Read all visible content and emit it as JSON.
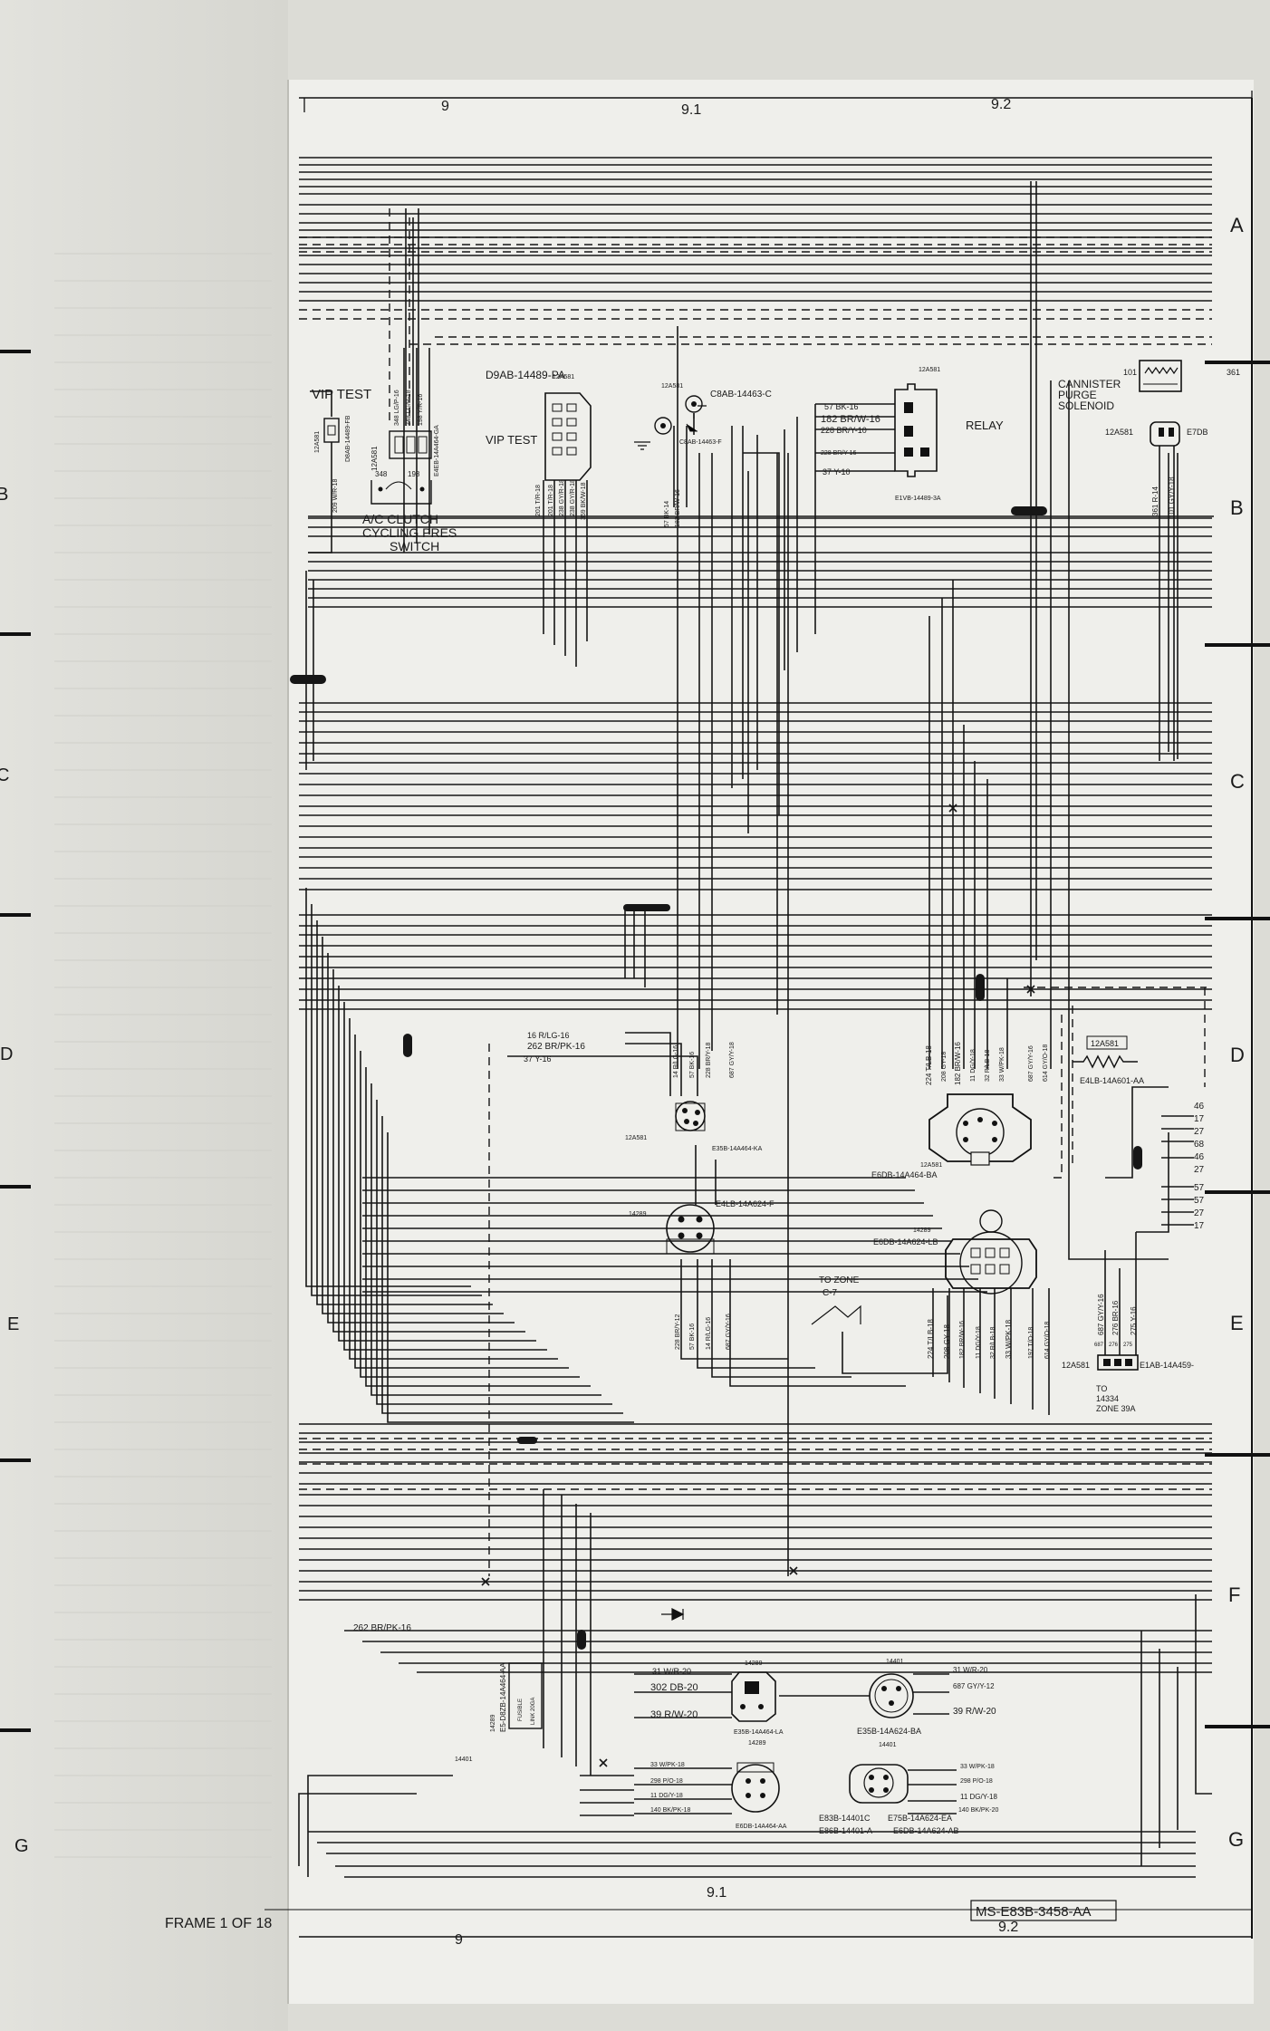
{
  "frame_label": "FRAME 1 OF 18",
  "drawing_number": "MS-E83B-3458-AA",
  "column_labels": {
    "top": [
      "9",
      "9.1",
      "9.2"
    ],
    "bottom": [
      "9",
      "9.1",
      "9.2"
    ]
  },
  "row_labels": {
    "right": [
      "A",
      "B",
      "C",
      "D",
      "E",
      "F",
      "G"
    ],
    "left": [
      "B",
      "C",
      "D",
      "E",
      "G"
    ]
  },
  "components": {
    "vip_test_left": {
      "title": "VIP TEST",
      "part": "D8AB-14489-FB",
      "connector": "12A581",
      "wire": "209 W/R-18"
    },
    "ac_clutch": {
      "title_lines": [
        "A/C CLUTCH",
        "CYCLING PRES",
        "SWITCH"
      ],
      "connector": "12A581",
      "part": "E4EB-14A464-GA",
      "wires": [
        "348 LG/P-16",
        "348 LG/P-18",
        "198 Y/R-16"
      ],
      "pins": [
        "348",
        "198"
      ]
    },
    "vip_test_mid": {
      "title": "VIP TEST",
      "part": "D9AB-14489-PA",
      "connector": "12A581",
      "wires": [
        "201 T/R-18",
        "201 T/R-18",
        "238 GY/R-18",
        "238 GY/R-18",
        "359 BK/W-18"
      ]
    },
    "ground": {
      "connector": "12A581",
      "part_top": "C8AB-14463-C",
      "part_bottom": "C8AB-14463-F",
      "wires": [
        "57 BK-14",
        "182 BR/W-16"
      ]
    },
    "relay": {
      "title": "RELAY",
      "connector": "12A581",
      "part": "E1VB-14489-3A",
      "wires": [
        "57 BK-16",
        "182 BR/W-16",
        "228 BR/Y-10",
        "228 BR/Y-16",
        "37 Y-10"
      ]
    },
    "canister": {
      "title_lines": [
        "CANNISTER",
        "PURGE",
        "SOLENOID"
      ],
      "connector": "12A581",
      "pin_left": "101",
      "pin_right": "361",
      "part": "E7DB",
      "wires": [
        "361 R-14",
        "101 GY/Y-18"
      ]
    },
    "ec_left": {
      "connector": "12A581",
      "part": "E35B-14A464-KA",
      "wires_in": [
        "16 R/LG-16",
        "262 BR/PK-16",
        "37 Y-16"
      ],
      "wires_down": [
        "14 R/LG-16",
        "57 BK-16",
        "228 BR/Y-18",
        "687 GY/Y-18"
      ]
    },
    "ec_left_lower": {
      "connector": "14289",
      "part": "E4LB-14A624-F",
      "wires": [
        "228 BR/Y-12",
        "57 BK-16",
        "14 R/LG-16",
        "687 GY/Y-16"
      ]
    },
    "ec_right_upper": {
      "connector": "12A581",
      "part": "E6DB-14A464-BA",
      "wires": [
        "224 T/LB-18",
        "208 GY-18",
        "182 BR/W-16",
        "11 DG/Y-18",
        "32 R/LB-18",
        "33 W/PK-18",
        "687 GY/Y-16",
        "614 GY/O-18"
      ]
    },
    "ec_right_lower": {
      "connector": "14289",
      "part": "E6DB-14A624-LB",
      "wires": [
        "224 T/LB-18",
        "208 GY-18",
        "182 BR/W-16",
        "11 DG/Y-18",
        "32 R/LB-18",
        "33 W/PK-18",
        "197 T/O-18",
        "614 GY/O-18"
      ]
    },
    "resistor": {
      "connector": "12A581",
      "part": "E4LB-14A601-AA"
    },
    "e1ab": {
      "connector": "12A581",
      "part": "E1AB-14A459-",
      "wires": [
        "687 GY/Y-16",
        "276 BR-16",
        "275 Y-16"
      ],
      "pins": [
        "687",
        "276",
        "275"
      ],
      "note_lines": [
        "TO",
        "14334",
        "ZONE 39A"
      ]
    },
    "to_zone": {
      "lines": [
        "TO ZONE",
        "C-7"
      ]
    },
    "right_cut_numbers": [
      "46",
      "17",
      "27",
      "68",
      "46",
      "27",
      "57",
      "57",
      "27",
      "17"
    ],
    "fuse_block": {
      "connector": "14289",
      "part": "E5-D8ZB-14A464-AA",
      "labels": [
        "FUSIBLE",
        "LINK 20GA"
      ],
      "wire": "262 BR/PK-16"
    },
    "conn_a": {
      "connector": "14289",
      "part": "E35B-14A464-LA",
      "wires": [
        "31 W/R-20",
        "302 DB-20",
        "39 R/W-20"
      ]
    },
    "conn_b": {
      "connector": "14401",
      "part": "E35B-14A624-BA",
      "wires": [
        "31 W/R-20",
        "687 GY/Y-12",
        "39 R/W-20"
      ]
    },
    "conn_c": {
      "connector": "14289",
      "part": "E6DB-14A464-AA",
      "wires": [
        "33 W/PK-18",
        "298 P/O-18",
        "11 DG/Y-18",
        "140 BK/PK-18"
      ]
    },
    "conn_d": {
      "connector": "14401",
      "parts": [
        "E83B-14401C",
        "E86B-14401-A",
        "E75B-14A624-EA",
        "E6DB-14A624-AB"
      ],
      "wires": [
        "33 W/PK-18",
        "298 P/O-18",
        "11 DG/Y-18",
        "140 BK/PK-20"
      ]
    },
    "lower_left": {
      "connector": "14401"
    }
  }
}
